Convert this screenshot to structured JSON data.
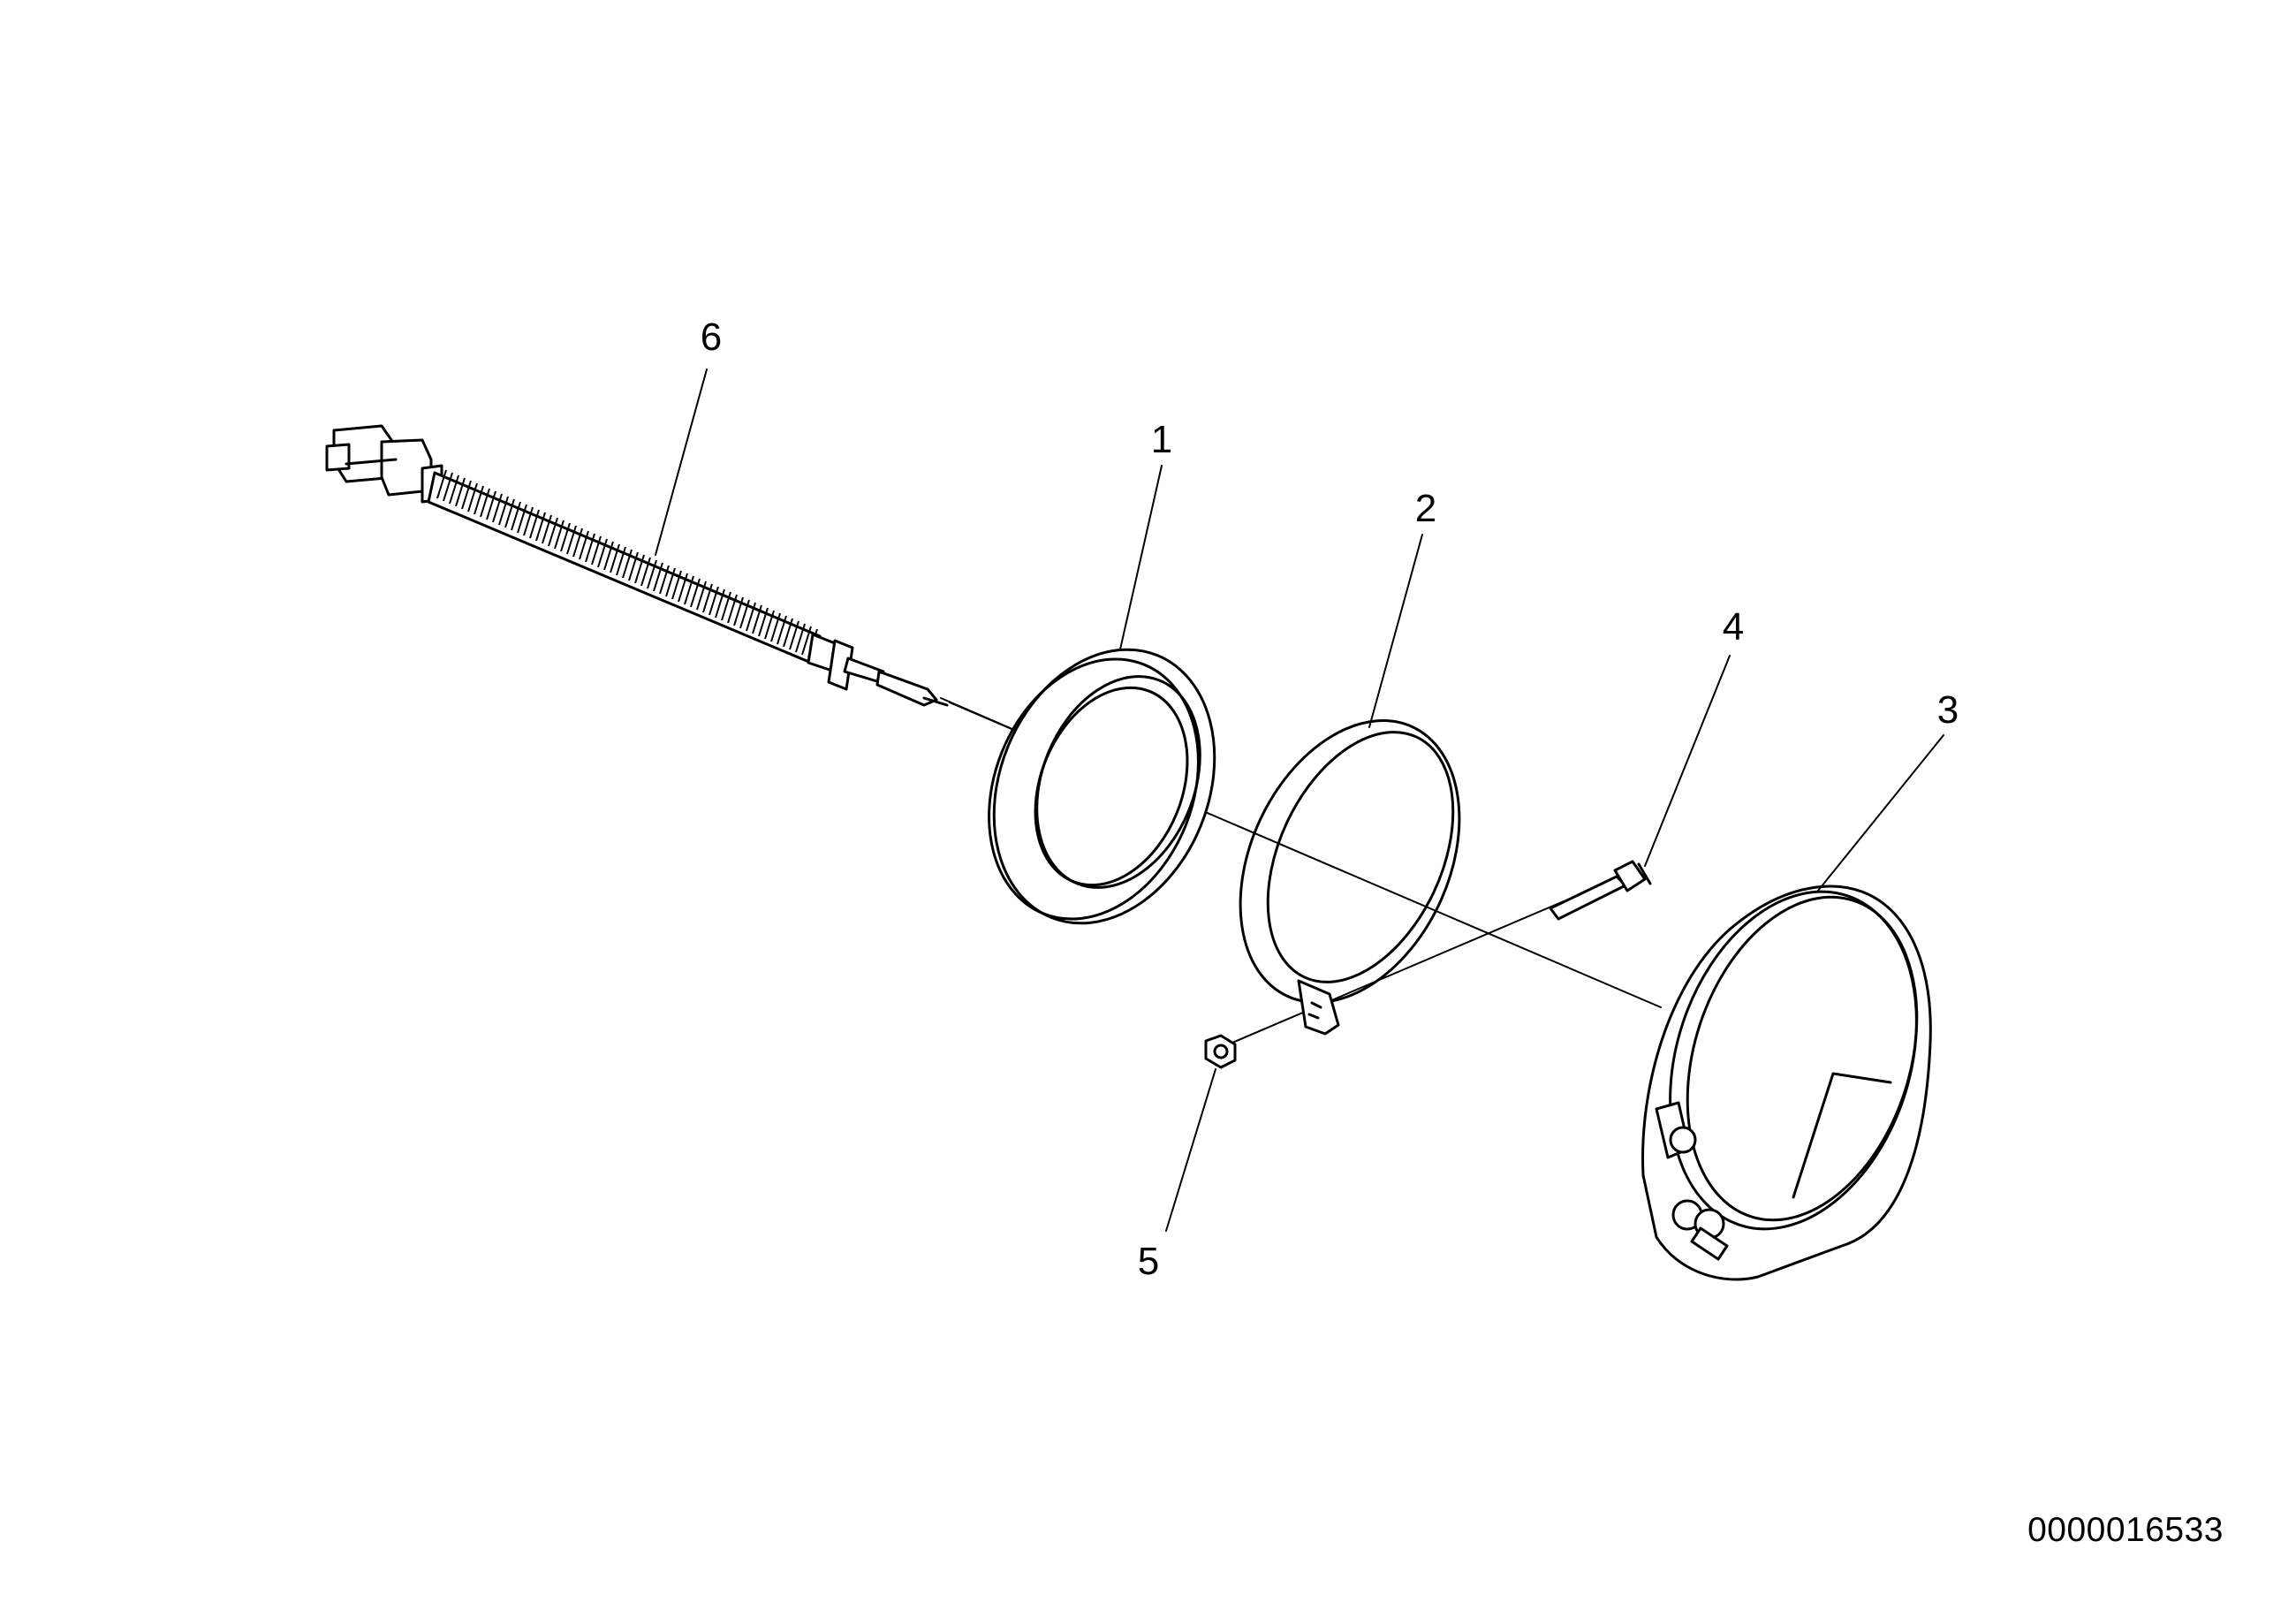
{
  "drawing_number": "0000016533",
  "callouts": [
    {
      "id": "1",
      "label": "1"
    },
    {
      "id": "2",
      "label": "2"
    },
    {
      "id": "3",
      "label": "3"
    },
    {
      "id": "4",
      "label": "4"
    },
    {
      "id": "5",
      "label": "5"
    },
    {
      "id": "6",
      "label": "6"
    }
  ]
}
